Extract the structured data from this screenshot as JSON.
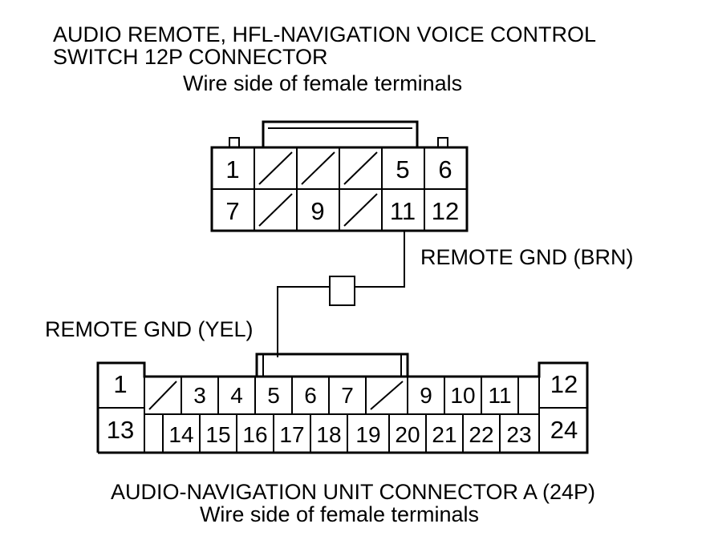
{
  "connector_12p": {
    "title_line1": "AUDIO REMOTE, HFL-NAVIGATION VOICE CONTROL",
    "title_line2": "SWITCH 12P CONNECTOR",
    "subtitle": "Wire side of female terminals",
    "pins": {
      "p1": "1",
      "p5": "5",
      "p6": "6",
      "p7": "7",
      "p9": "9",
      "p11": "11",
      "p12": "12"
    }
  },
  "wires": {
    "brn_label": "REMOTE GND (BRN)",
    "yel_label": "REMOTE GND (YEL)"
  },
  "connector_24p": {
    "title": "AUDIO-NAVIGATION UNIT CONNECTOR A (24P)",
    "subtitle": "Wire side of female terminals",
    "pins": {
      "p1": "1",
      "p3": "3",
      "p4": "4",
      "p5": "5",
      "p6": "6",
      "p7": "7",
      "p9": "9",
      "p10": "10",
      "p11": "11",
      "p12": "12",
      "p13": "13",
      "p14": "14",
      "p15": "15",
      "p16": "16",
      "p17": "17",
      "p18": "18",
      "p19": "19",
      "p20": "20",
      "p21": "21",
      "p22": "22",
      "p23": "23",
      "p24": "24"
    }
  }
}
